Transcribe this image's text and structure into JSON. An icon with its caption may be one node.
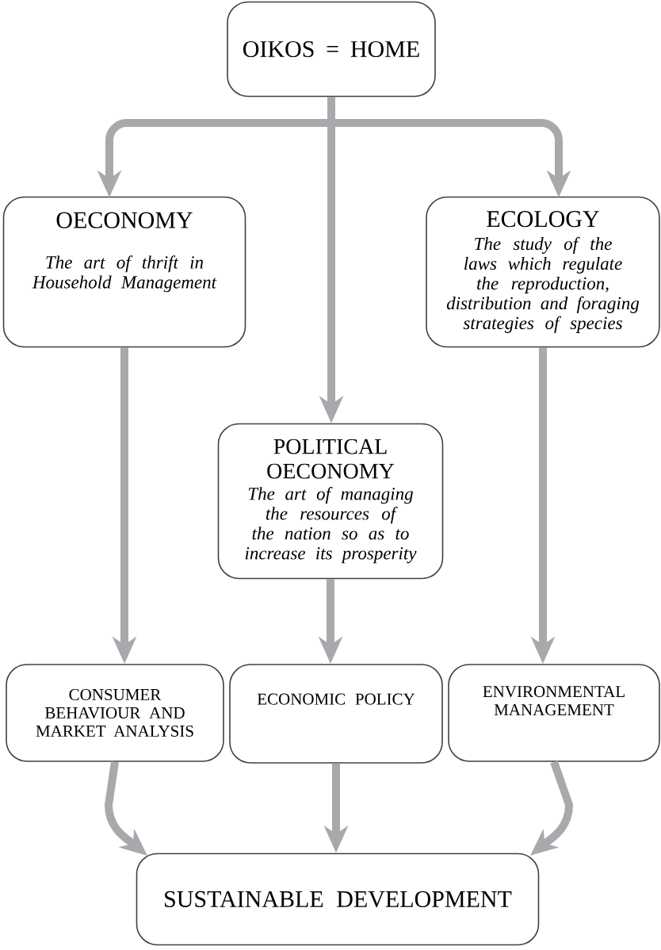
{
  "diagram": {
    "nodes": [
      {
        "text": [
          "OIKOS = HOME"
        ]
      },
      {
        "text": [
          "OECONOMY",
          "The art of thrift in Household Management"
        ]
      },
      {
        "text": [
          "ECOLOGY",
          "The study of the laws which regulate the reproduction, distribution and foraging strategies of species"
        ]
      },
      {
        "text": [
          "POLITICAL OECONOMY",
          "The art of managing the resources of the nation so as to increase its prosperity"
        ]
      },
      {
        "text": [
          "CONSUMER BEHAVIOUR AND MARKET ANALYSIS"
        ]
      },
      {
        "text": [
          "ECONOMIC POLICY"
        ]
      },
      {
        "text": [
          "ENVIRONMENTAL MANAGEMENT"
        ]
      },
      {
        "text": [
          "SUSTAINABLE DEVELOPMENT"
        ]
      }
    ],
    "edges": [
      {
        "from": 0,
        "to": 1,
        "arrow": "to"
      },
      {
        "from": 0,
        "to": 3,
        "arrow": "to"
      },
      {
        "from": 0,
        "to": 2,
        "arrow": "to"
      },
      {
        "from": 1,
        "to": 4,
        "arrow": "to"
      },
      {
        "from": 3,
        "to": 5,
        "arrow": "to"
      },
      {
        "from": 2,
        "to": 6,
        "arrow": "to"
      },
      {
        "from": 4,
        "to": 7,
        "arrow": "to"
      },
      {
        "from": 5,
        "to": 7,
        "arrow": "to"
      },
      {
        "from": 6,
        "to": 7,
        "arrow": "to"
      }
    ]
  }
}
